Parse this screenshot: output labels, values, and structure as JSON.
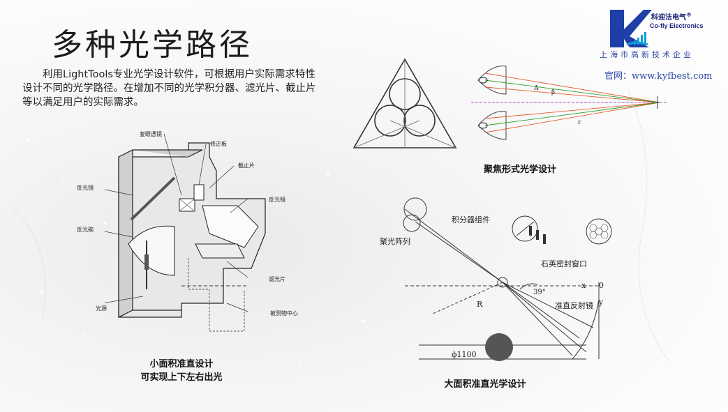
{
  "title": "多种光学路径",
  "intro": "利用LightTools专业光学设计软件，可根据用户实际需求特性设计不同的光学路径。在增加不同的光学积分器、滤光片、截止片等以满足用户的实际需求。",
  "logo": {
    "company_cn": "科迎法电气",
    "registered": "®",
    "company_en": "Co-fly Electronics",
    "tagline": "上海市高新技术企业",
    "site_prefix": "官网：",
    "site_url": "www.kyfbest.com",
    "brand_color": "#1e3fa8"
  },
  "figure_small": {
    "caption_line1": "小面积准直设计",
    "caption_line2": "可实现上下左右出光",
    "labels": {
      "fly_eye_lens": "复眼透镜",
      "correction_plate": "修正板",
      "cutoff": "截止片",
      "reflector_left": "反光镜",
      "reflector_bowl": "反光碗",
      "reflector_right": "反光镜",
      "filter": "滤光片",
      "light_source": "光源",
      "object_center": "被测物中心"
    }
  },
  "figure_focus": {
    "caption": "聚焦形式光学设计",
    "labels": {
      "A": "A",
      "beta": "β",
      "r": "r"
    }
  },
  "figure_large": {
    "caption": "大面积准直光学设计",
    "labels": {
      "integrator": "积分器组件",
      "condenser": "聚光阵列",
      "quartz_window": "石英密封窗口",
      "angle": "39°",
      "x": "x",
      "zero": "0",
      "y": "y",
      "collimating_mirror": "准直反射镜",
      "R": "R",
      "diameter": "ϕ1100"
    }
  }
}
